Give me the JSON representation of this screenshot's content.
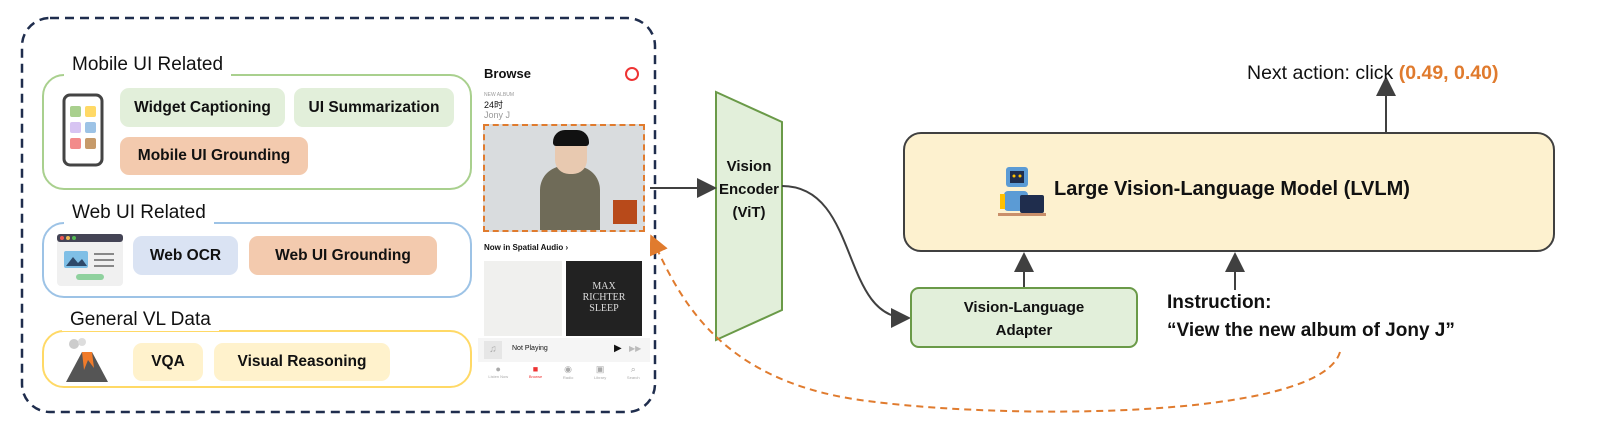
{
  "groups": {
    "mobile": {
      "title": "Mobile UI Related",
      "items": [
        "Widget Captioning",
        "UI Summarization",
        "Mobile UI Grounding"
      ],
      "icon": "phone-icon"
    },
    "web": {
      "title": "Web UI Related",
      "items": [
        "Web OCR",
        "Web UI Grounding"
      ],
      "icon": "browser-window-icon"
    },
    "general": {
      "title": "General VL Data",
      "items": [
        "VQA",
        "Visual Reasoning"
      ],
      "icon": "volcano-icon"
    }
  },
  "phone": {
    "header": "Browse",
    "album_tag": "NEW ALBUM",
    "album_title": "24时",
    "artist": "Jony J",
    "section": "Now in Spatial Audio",
    "cover2_text": "MAX RICHTER SLEEP",
    "now_playing": "Not Playing",
    "tabs": [
      "Listen Now",
      "Browse",
      "Radio",
      "Library",
      "Search"
    ]
  },
  "encoder": {
    "line1": "Vision",
    "line2": "Encoder",
    "line3": "(ViT)"
  },
  "adapter": {
    "line1": "Vision-Language",
    "line2": "Adapter"
  },
  "lvlm": {
    "label": "Large Vision-Language Model (LVLM)",
    "icon": "robot-laptop-icon"
  },
  "output": {
    "prefix": "Next action: click ",
    "coords": "(0.49, 0.40)"
  },
  "instruction": {
    "label": "Instruction:",
    "text": "“View the new album of Jony J”"
  },
  "colors": {
    "mobile": "#a9d08e",
    "web": "#9dc3e6",
    "general": "#ffd966",
    "highlight": "#e07b2e",
    "outer": "#1f2d4d",
    "lvlm_fill": "#fdf1cf"
  }
}
